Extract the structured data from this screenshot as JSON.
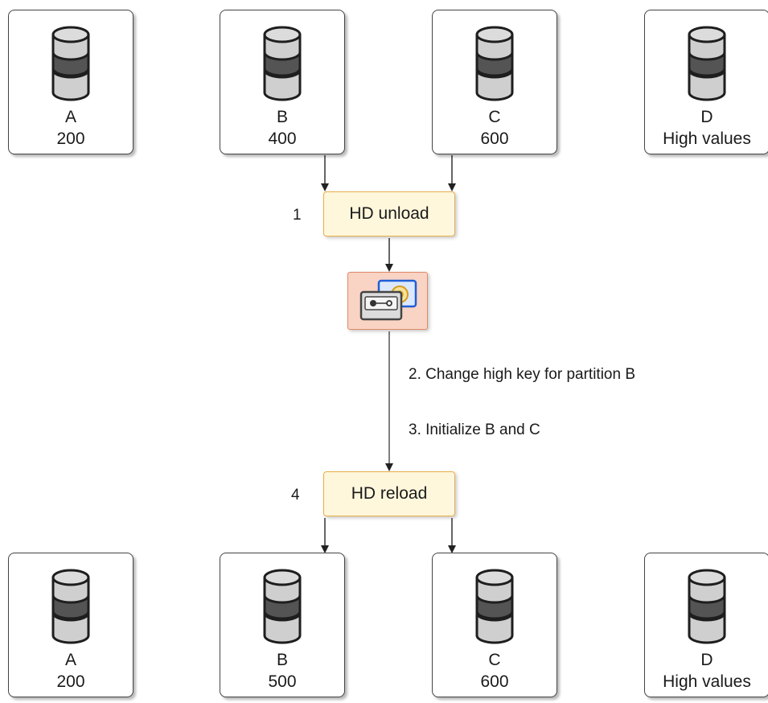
{
  "top_partitions": [
    {
      "name": "A",
      "value": "200"
    },
    {
      "name": "B",
      "value": "400"
    },
    {
      "name": "C",
      "value": "600"
    },
    {
      "name": "D",
      "value": "High values"
    }
  ],
  "unload": {
    "number": "1",
    "label": "HD unload"
  },
  "notes": {
    "step2": "2. Change high key for partition B",
    "step3": "3. Initialize B and C"
  },
  "reload": {
    "number": "4",
    "label": "HD reload"
  },
  "bottom_partitions": [
    {
      "name": "A",
      "value": "200"
    },
    {
      "name": "B",
      "value": "500"
    },
    {
      "name": "C",
      "value": "600"
    },
    {
      "name": "D",
      "value": "High values"
    }
  ],
  "icons": {
    "database": "database-cylinder-icon",
    "dataset": "tape-dataset-icon"
  }
}
